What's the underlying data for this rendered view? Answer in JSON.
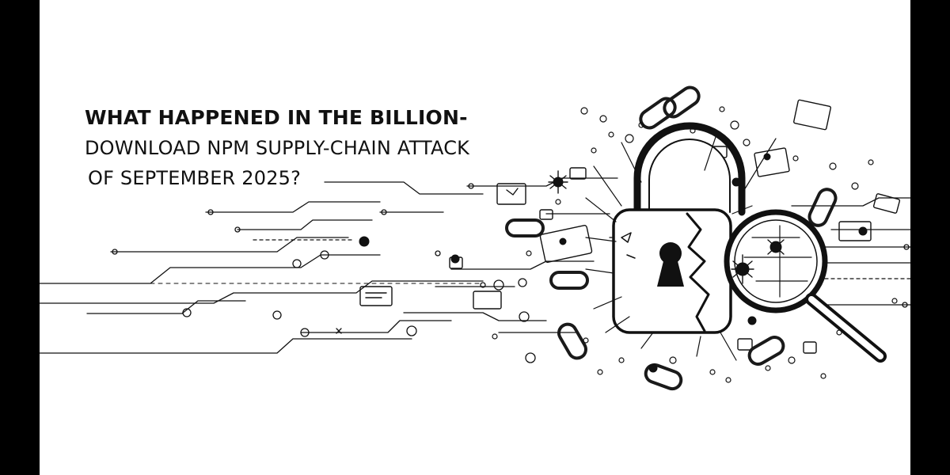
{
  "heading": {
    "line1": "WHAT HAPPENED IN THE BILLION-",
    "line2": "DOWNLOAD NPM SUPPLY-CHAIN ATTACK",
    "line3": "OF SEPTEMBER 2025?"
  },
  "colors": {
    "page_background": "#000000",
    "canvas_background": "#ffffff",
    "ink": "#111111"
  },
  "icons": [
    "padlock-icon",
    "keyhole-icon",
    "magnifying-glass-icon",
    "chain-link-icon",
    "bug-icon",
    "circuit-trace-icon",
    "document-icon"
  ]
}
